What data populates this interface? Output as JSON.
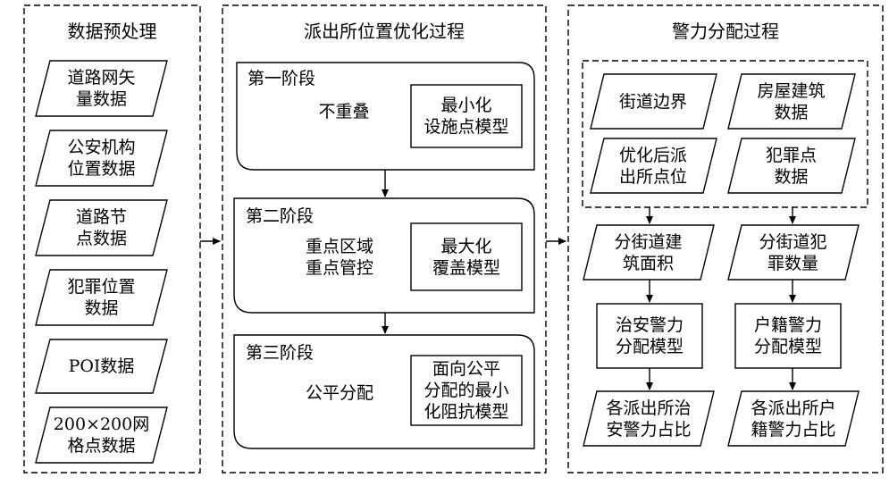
{
  "col1": {
    "title": "数据预处理",
    "items": [
      "道路网矢\n量数据",
      "公安机构\n位置数据",
      "道路节\n点数据",
      "犯罪位置\n数据",
      "POI数据",
      "200×200网\n格点数据"
    ]
  },
  "col2": {
    "title": "派出所位置优化过程",
    "stages": [
      {
        "label": "第一阶段",
        "goal": "不重叠",
        "model": "最小化\n设施点模型"
      },
      {
        "label": "第二阶段",
        "goal": "重点区域\n重点管控",
        "model": "最大化\n覆盖模型"
      },
      {
        "label": "第三阶段",
        "goal": "公平分配",
        "model": "面向公平\n分配的最小\n化阻抗模型"
      }
    ]
  },
  "col3": {
    "title": "警力分配过程",
    "inputs": [
      "街道边界",
      "房屋建筑\n数据",
      "优化后派\n出所点位",
      "犯罪点\n数据"
    ],
    "left_flow": [
      "分街道建\n筑面积",
      "治安警力\n分配模型",
      "各派出所治\n安警力占比"
    ],
    "right_flow": [
      "分街道犯\n罪数量",
      "户籍警力\n分配模型",
      "各派出所户\n籍警力占比"
    ]
  }
}
